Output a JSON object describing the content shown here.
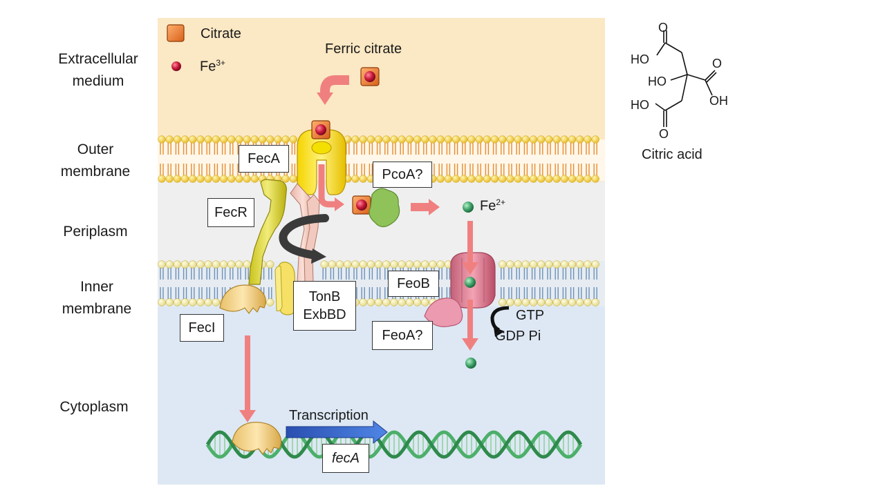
{
  "regions": {
    "extracellular": [
      "Extracellular",
      "medium"
    ],
    "outer_membrane": [
      "Outer",
      "membrane"
    ],
    "periplasm": "Periplasm",
    "inner_membrane": [
      "Inner",
      "membrane"
    ],
    "cytoplasm": "Cytoplasm"
  },
  "legend": {
    "citrate": "Citrate",
    "iron3_base": "Fe",
    "iron3_sup": "3+"
  },
  "labels": {
    "ferric_citrate": "Ferric citrate",
    "fecA": "FecA",
    "fecR": "FecR",
    "pcoA": "PcoA?",
    "iron2_base": "Fe",
    "iron2_sup": "2+",
    "tonB": "TonB",
    "exbBD": "ExbBD",
    "feoB": "FeoB",
    "feoA": "FeoA?",
    "fecI": "FecI",
    "gtp": "GTP",
    "gdp_pi": "GDP Pi",
    "transcription": "Transcription",
    "gene": "fecA"
  },
  "structure": {
    "title": "Citric acid",
    "groups": {
      "o_top": "O",
      "ho_top": "HO",
      "o_right": "O",
      "ho_mid": "HO",
      "oh_right": "OH",
      "ho_bottom": "HO",
      "o_bottom": "O"
    }
  },
  "colors": {
    "extracellular_bg": "#fbe8c4",
    "periplasm_bg": "#efefef",
    "cytoplasm_bg": "#dde8f4",
    "lipid_head": "#f5d24a",
    "lipid_tail": "#e88b2e",
    "inner_lipid_head": "#f6f0b4",
    "inner_lipid_tail": "#6b90b8",
    "arrow": "#f08080",
    "citrate": "#ec7a2c",
    "iron3": "#c8183a",
    "iron2": "#3fa46a"
  }
}
